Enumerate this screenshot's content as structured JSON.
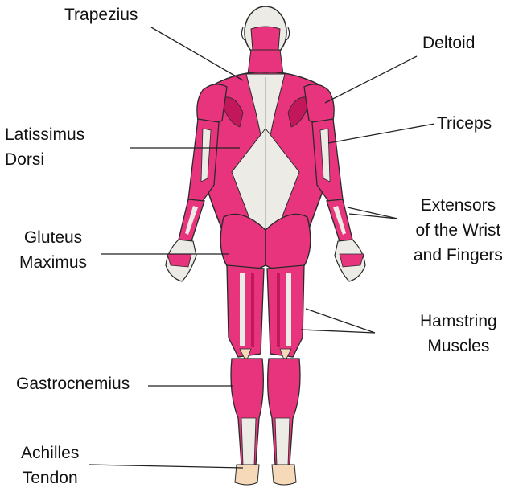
{
  "palette": {
    "muscle": "#e8347d",
    "muscle_dark": "#c2185b",
    "tendon": "#ecebe6",
    "skin": "#f5d9b8",
    "outline": "#2a2a2a",
    "leader": "#222222"
  },
  "labels": {
    "trapezius": [
      "Trapezius"
    ],
    "deltoid": [
      "Deltoid"
    ],
    "latissimus": [
      "Latissimus",
      "Dorsi"
    ],
    "triceps": [
      "Triceps"
    ],
    "extensors": [
      "Extensors",
      "of the Wrist",
      "and Fingers"
    ],
    "gluteus": [
      "Gluteus",
      "Maximus"
    ],
    "hamstring": [
      "Hamstring",
      "Muscles"
    ],
    "gastrocnemius": [
      "Gastrocnemius"
    ],
    "achilles": [
      "Achilles",
      "Tendon"
    ]
  }
}
